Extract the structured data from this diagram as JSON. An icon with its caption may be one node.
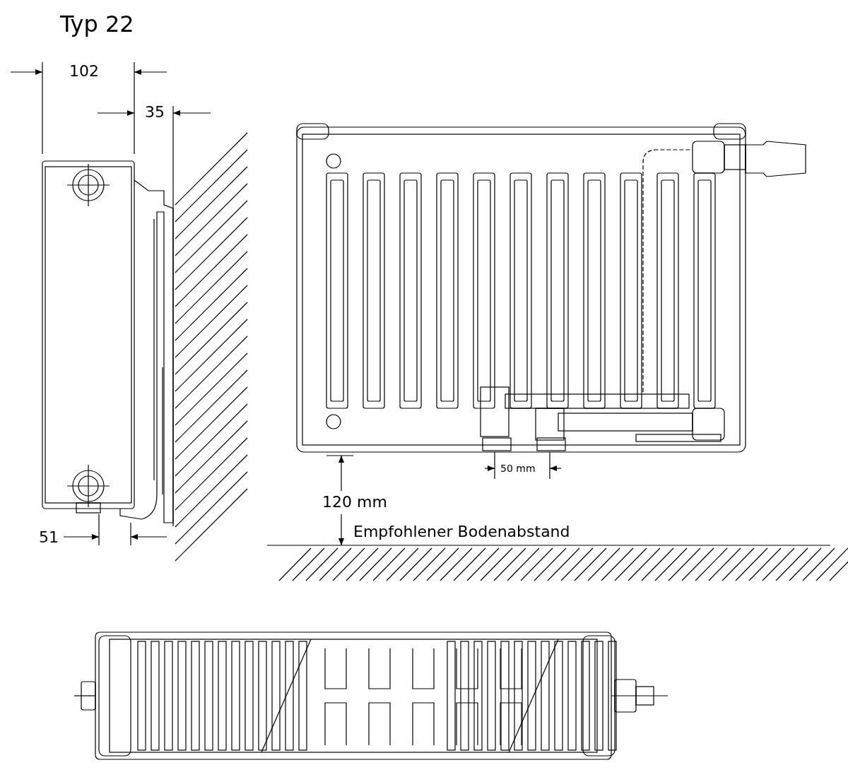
{
  "diagram": {
    "title": "Typ 22",
    "labels": [
      "102",
      "35",
      "51",
      "50 mm",
      "120 mm",
      "Empfohlener Bodenabstand"
    ]
  }
}
